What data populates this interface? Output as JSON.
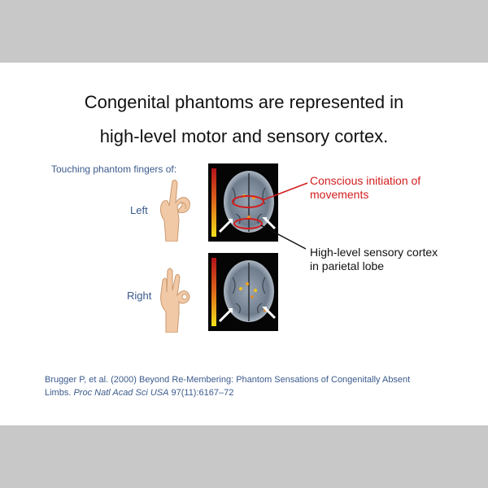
{
  "slide": {
    "title_line1": "Congenital phantoms are represented in",
    "title_line2": "high-level motor and sensory cortex.",
    "touching_label": "Touching phantom fingers of:",
    "left_label": "Left",
    "right_label": "Right",
    "annotation_conscious": {
      "line1": "Conscious initiation of",
      "line2": "movements"
    },
    "annotation_sensory": {
      "line1": "High-level sensory cortex",
      "line2": "in parietal lobe"
    },
    "citation": {
      "text_plain": "Brugger P, et al. (2000) Beyond Re-Membering: Phantom Sensations of Congenitally Absent",
      "text_line2_start": "Limbs. ",
      "journal": "Proc Natl Acad Sci USA",
      "details": " 97(11):6167–72"
    }
  },
  "colors": {
    "background": "#c8c8c8",
    "slide": "#ffffff",
    "label_blue": "#3b5a8c",
    "annotation_red": "#d21d1d",
    "text": "#111111"
  }
}
